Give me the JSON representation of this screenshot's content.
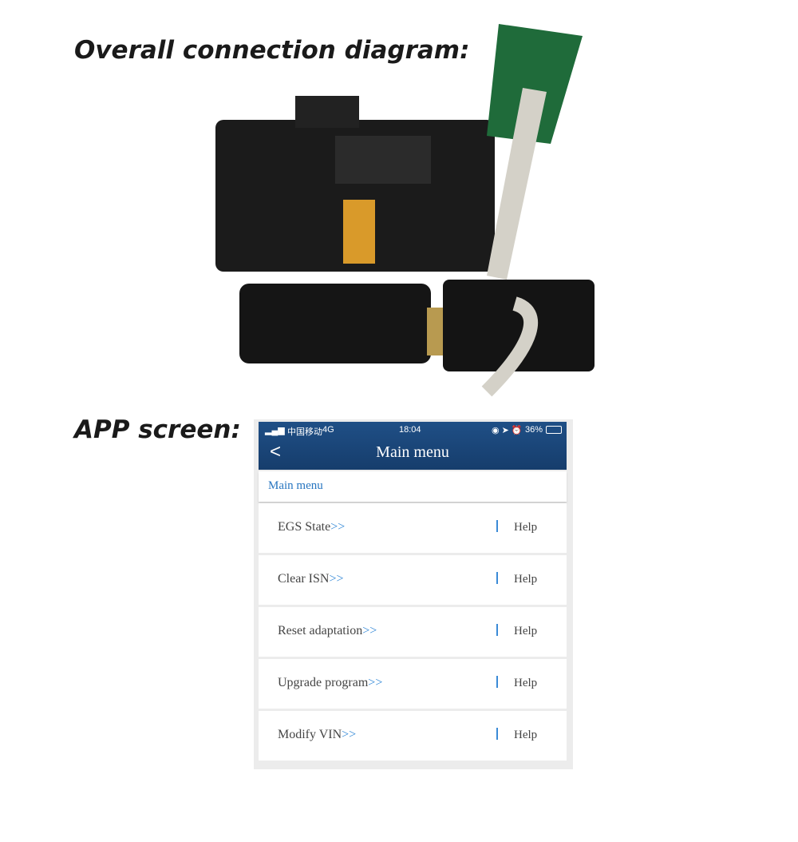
{
  "headings": {
    "diagram": "Overall connection diagram:",
    "app": "APP screen:"
  },
  "status_bar": {
    "carrier": "中国移动",
    "network": "4G",
    "time": "18:04",
    "battery": "36%"
  },
  "nav": {
    "title": "Main menu",
    "back": "<"
  },
  "section": "Main menu",
  "menu": [
    {
      "label": "EGS State",
      "arrow": ">>",
      "help": "Help"
    },
    {
      "label": "Clear ISN",
      "arrow": ">>",
      "help": "Help"
    },
    {
      "label": "Reset adaptation",
      "arrow": ">>",
      "help": "Help"
    },
    {
      "label": "Upgrade program",
      "arrow": ">>",
      "help": "Help"
    },
    {
      "label": "Modify VIN",
      "arrow": ">>",
      "help": "Help"
    }
  ],
  "colors": {
    "nav": "#1f4f86",
    "link": "#2775c0"
  }
}
